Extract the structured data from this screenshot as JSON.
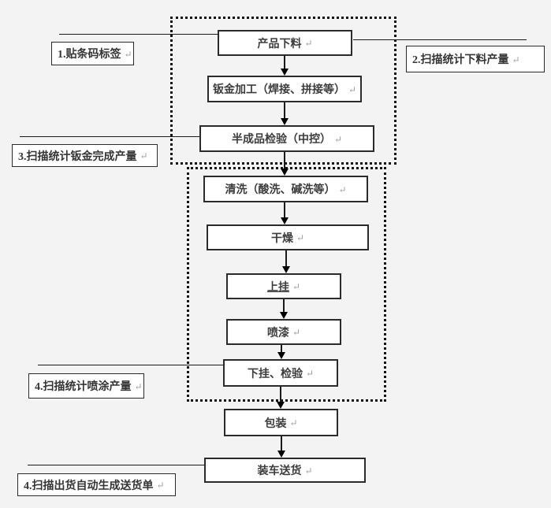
{
  "diagram": {
    "type": "flowchart",
    "description": "production process flow with barcode scanning annotation labels",
    "colors": {
      "background": "#f3f3f3",
      "node_fill": "#ffffff",
      "node_border": "#2b2b2b",
      "dotted_group_border": "#111111",
      "connector": "#1a1a1a",
      "text": "#3c3c3c",
      "return_mark": "#9e9e9e"
    }
  },
  "marks": {
    "return": "↵"
  },
  "flow_nodes": [
    {
      "id": "product-blanking",
      "label": "产品下料"
    },
    {
      "id": "sheet-metal-processing",
      "label": "钣金加工（焊接、拼接等）"
    },
    {
      "id": "semi-finished-inspection",
      "label": "半成品检验（中控）"
    },
    {
      "id": "cleaning",
      "label": "清洗（酸洗、碱洗等）"
    },
    {
      "id": "drying",
      "label": "干燥"
    },
    {
      "id": "hang-up",
      "label": "上挂",
      "underline": true
    },
    {
      "id": "spray-painting",
      "label": "喷漆"
    },
    {
      "id": "hang-down-inspection",
      "label": "下挂、检验"
    },
    {
      "id": "packing",
      "label": "包装"
    },
    {
      "id": "loading-delivery",
      "label": "装车送货"
    }
  ],
  "side_labels": [
    {
      "id": "note-1",
      "label": "1.贴条码标签"
    },
    {
      "id": "note-2",
      "label": "2.扫描统计下料产量"
    },
    {
      "id": "note-3",
      "label": "3.扫描统计钣金完成产量"
    },
    {
      "id": "note-4a",
      "label": "4.扫描统计喷涂产量"
    },
    {
      "id": "note-4b",
      "label": "4.扫描出货自动生成送货单"
    }
  ],
  "groups": [
    {
      "id": "sheet-metal-stage",
      "style": "dotted-rectangle"
    },
    {
      "id": "coating-stage",
      "style": "dotted-rectangle"
    }
  ]
}
